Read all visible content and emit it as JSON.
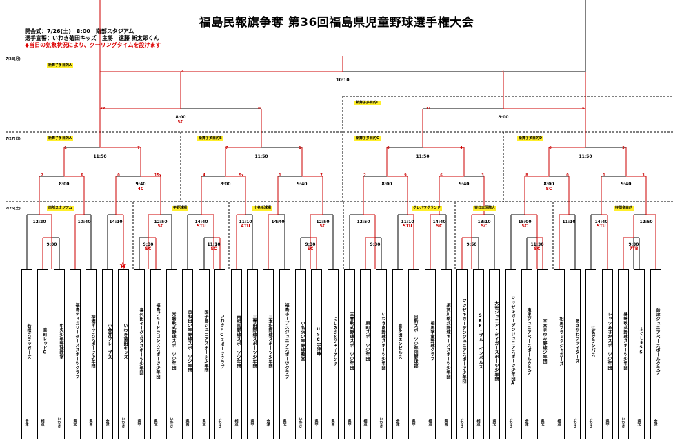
{
  "title": "福島民報旗争奪 第36回福島県児童野球選手権大会",
  "info": {
    "line1": "開会式：7/26(土)　8:00　南部スタジアム",
    "line2": "選手宣誓：いわき菊田キッズ　主将　遠藤 新太郎くん",
    "line3": "◆当日の気象状況により、クーリングタイムを設けます"
  },
  "dates": {
    "d28": "7/28(月)",
    "d27": "7/27(日)",
    "d26": "7/26(土)"
  },
  "venues": {
    "v28a": "新舞子多目的A",
    "v28c": "新舞子多目的C",
    "v27a": "新舞子多目的A",
    "v27b": "新舞子多目的B",
    "v27c": "新舞子多目的C",
    "v27d": "新舞子多目的D",
    "v26a": "南部スタジアム",
    "v26b": "平野球場",
    "v26c": "小名浜球場",
    "v26d": "グレパワグランド",
    "v26e": "東日本国際大",
    "v26f": "好間多目的"
  },
  "times": {
    "final": "10:10",
    "sf1": "8:00",
    "sf1sc": "SC",
    "sf2": "8:00",
    "qf1": "11:50",
    "qf2": "11:50",
    "qf3": "11:50",
    "qf4": "11:50",
    "r3_1": "8:00",
    "r3_2": "9:40",
    "r3_2sc": "4C",
    "r3_3": "8:00",
    "r3_4": "9:40",
    "r3_5": "8:00",
    "r3_6": "9:40",
    "r3_7": "8:00",
    "r3_7sc": "SC",
    "r3_8": "9:40",
    "g1": "12:20",
    "g2": "9:00",
    "g3": "10:40",
    "g4": "14:10",
    "g5": "12:50",
    "g5sc": "SC",
    "g6": "9:30",
    "g6sc": "SC",
    "g7": "14:40",
    "g7sc": "5TU",
    "g8": "11:10",
    "g8sc": "SC",
    "g9": "11:10",
    "g9sc": "4TU",
    "g10": "14:40",
    "g11": "12:50",
    "g11sc": "SC",
    "g12": "9:30",
    "g12sc": "SC",
    "g13": "12:50",
    "g14": "9:30",
    "g15": "11:10",
    "g15sc": "5TU",
    "g16": "14:40",
    "g16sc": "SC",
    "g17": "13:10",
    "g17sc": "SC",
    "g18": "9:50",
    "g19": "15:00",
    "g19sc": "SC",
    "g20": "11:30",
    "g20sc": "SC",
    "g21": "11:10",
    "g22": "14:40",
    "g22sc": "5TU",
    "g23": "12:50",
    "g24": "9:30",
    "g24sc": "7TB"
  },
  "teams": [
    "若松スラッガーズ",
    "喜町レッドC",
    "中央少年野球教室",
    "福島ティガリーダーズスポーツクラブ",
    "柳橋キッズスポーツ少年団",
    "小金井ブレーブス",
    "いわき菊田キッズ",
    "喜久田イーグルススポーツ少年団",
    "福島ブルードラゴンズスポーツ少年団",
    "常磐軟式野球スポーツ少年団",
    "日和田少年野球スポーツ少年団",
    "国子島ジュニアスポーツ少年団",
    "いわきFCスポーツクラブ",
    "南相馬野球スポーツ少年団",
    "三春田野球スポーツ少年団",
    "三本松野球スポーツ少年団",
    "福島ホープスジュニアスポーツクラブ",
    "小名浜少年野球教室",
    "USC宇津峰",
    "にしのさとジャイアンツ",
    "三春軟式野球スポーツ少年団",
    "原町スポーツ少年団",
    "いわき南野球スポーツ少年団",
    "喜多田エンゼルス",
    "日新スポーツ少年団野球部",
    "相馬学童野球クラブ",
    "須賀川軟式野球キーズスポーツ少年団",
    "マツザキガーデンジュニアスポーツ少年団",
    "SKF・ブルーインパルス",
    "大笹ジュニア・タイガースポーツ少年団",
    "マツザキガーデンジュニアスポーツ少年団A",
    "東里ジュニアベースボールクラブ",
    "本宮まゆみ野球少年団",
    "相馬ブラックジャガーズ",
    "あさかわファイターズ",
    "江名グランパス",
    "レッツあさかスポーツ少年団",
    "磐崎軟式野球スポーツ少年団",
    "ふくしまSS",
    "会津ジュニアベースボールクラブ"
  ],
  "prefs": [
    "会津",
    "相双",
    "いわき",
    "県北",
    "県南",
    "会津",
    "いわき",
    "県中",
    "県北",
    "いわき",
    "県南",
    "県北",
    "いわき",
    "相双",
    "県中",
    "会津",
    "県北",
    "いわき",
    "県中",
    "県南",
    "県中",
    "相双",
    "いわき",
    "会津",
    "県中",
    "相双",
    "県南",
    "いわき",
    "相双",
    "県北",
    "いわき",
    "会津",
    "県北",
    "相双",
    "いわき",
    "いわき",
    "県中",
    "いわき",
    "県北",
    "会津"
  ],
  "scores": {
    "f_l": "4",
    "f_r": "2",
    "sf1_l": "7x",
    "sf1_r": "0",
    "sf2_l": "11",
    "sf2_r": "6",
    "qf1_l": "1",
    "qf1_r": "7",
    "qf2_l": "7",
    "qf2_r": "1",
    "qf3_l": "0",
    "qf3_r": "4",
    "qf4_l": "6",
    "qf4_r": "3",
    "r1_l": "2",
    "r1_r": "6",
    "r2_l": "0",
    "r2_r": "15x",
    "r3_l": "4",
    "r3_r": "5x",
    "r4_l": "1",
    "r4_r": "7",
    "r5_l": "2",
    "r5_r": "9",
    "r6_l": "6",
    "r6_r": "3",
    "r7_l": "8",
    "r7_r": "0",
    "r8_l": "1",
    "r8_r": "3"
  }
}
